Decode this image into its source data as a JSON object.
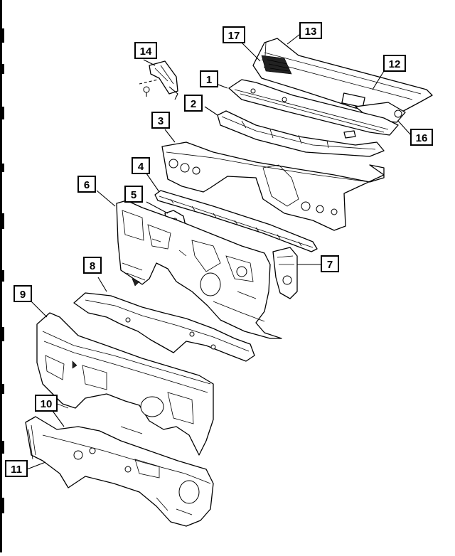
{
  "diagram": {
    "type": "exploded-parts-diagram",
    "callouts": [
      {
        "id": "c1",
        "label": "1"
      },
      {
        "id": "c2",
        "label": "2"
      },
      {
        "id": "c3",
        "label": "3"
      },
      {
        "id": "c4",
        "label": "4"
      },
      {
        "id": "c5",
        "label": "5"
      },
      {
        "id": "c6",
        "label": "6"
      },
      {
        "id": "c7",
        "label": "7"
      },
      {
        "id": "c8",
        "label": "8"
      },
      {
        "id": "c9",
        "label": "9"
      },
      {
        "id": "c10",
        "label": "10"
      },
      {
        "id": "c11",
        "label": "11"
      },
      {
        "id": "c12",
        "label": "12"
      },
      {
        "id": "c13",
        "label": "13"
      },
      {
        "id": "c14",
        "label": "14"
      },
      {
        "id": "c16",
        "label": "16"
      },
      {
        "id": "c17",
        "label": "17"
      }
    ],
    "colors": {
      "line": "#000000",
      "background": "#ffffff",
      "edge": "#1a1a1a"
    }
  }
}
